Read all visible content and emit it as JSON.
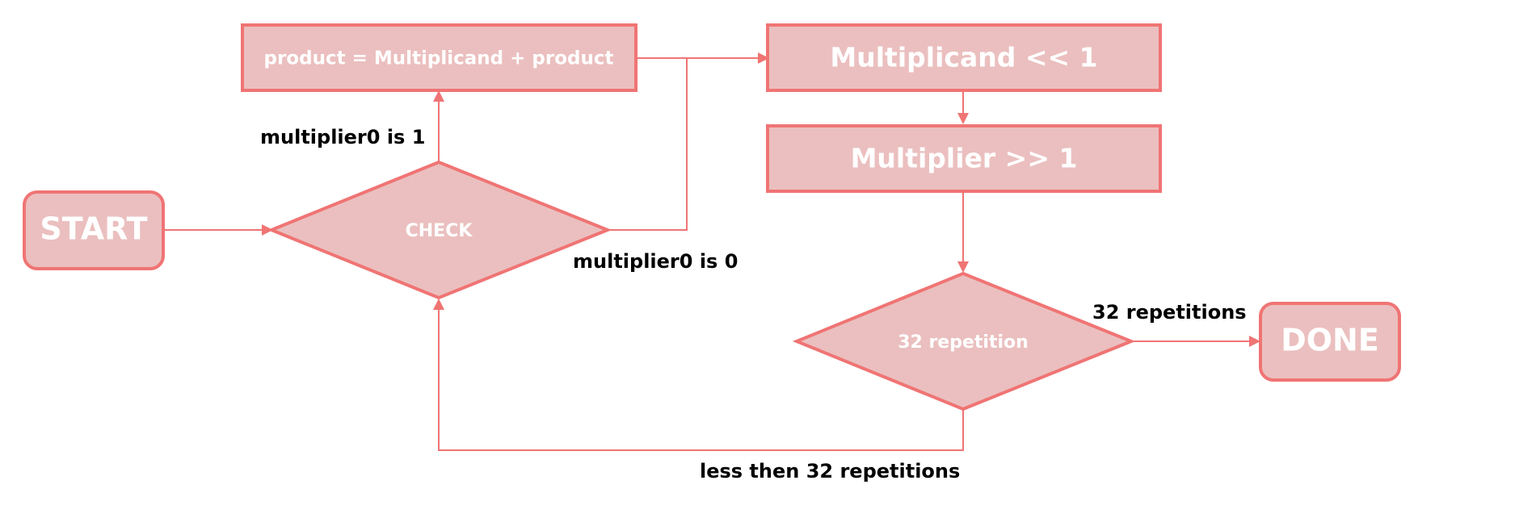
{
  "nodes": {
    "start": "START",
    "check": "CHECK",
    "add_product": "product = Multiplicand + product",
    "shift_multiplicand": "Multiplicand << 1",
    "shift_multiplier": "Multiplier >> 1",
    "repetition_check": "32 repetition",
    "done": "DONE"
  },
  "edges": {
    "bit_one": "multiplier0 is 1",
    "bit_zero": "multiplier0 is 0",
    "reached_32": "32 repetitions",
    "loop_back": "less then 32 repetitions"
  },
  "colors": {
    "fill": "#ebbfbf",
    "stroke": "#f07474",
    "node_text": "#ffffff",
    "edge_text": "#000000"
  }
}
